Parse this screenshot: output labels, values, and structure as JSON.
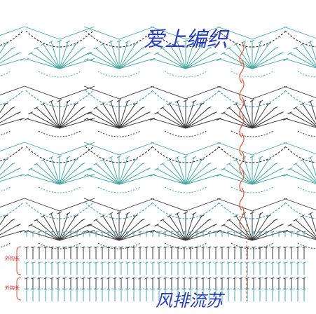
{
  "diagram": {
    "watermark_top": "爱上编织",
    "watermark_bottom": "风排流苏",
    "side_labels": [
      "外钩长",
      "外钩长"
    ],
    "colors": {
      "teal": "#4aa8a0",
      "dark": "#3a3a3a",
      "red": "#d8553a",
      "blue_text": "#2a3db8",
      "red_text": "#d22222"
    }
  }
}
